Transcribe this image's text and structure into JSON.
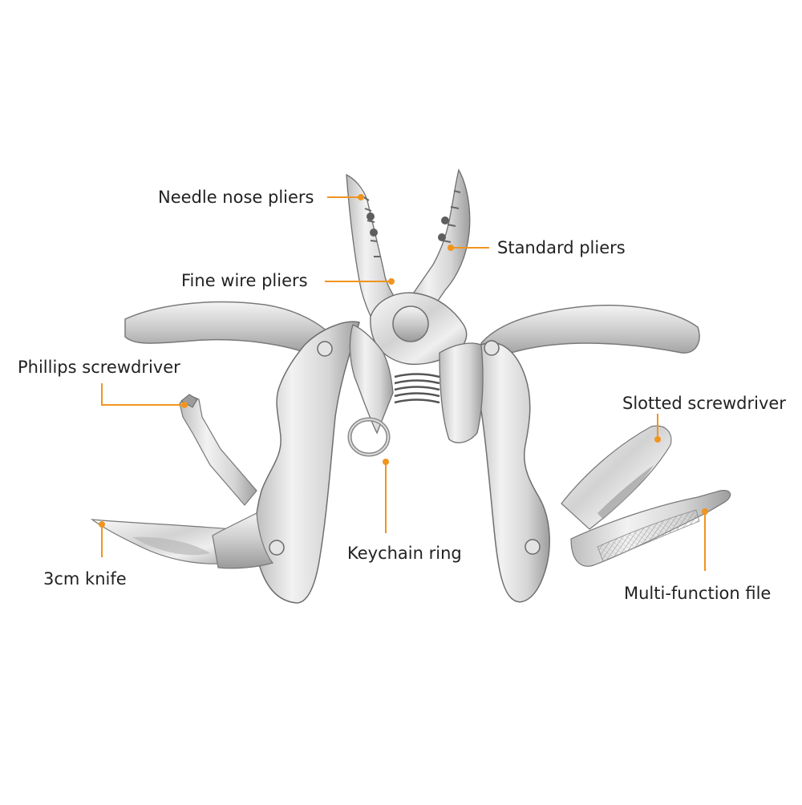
{
  "labels": {
    "needle_nose_pliers": "Needle nose pliers",
    "standard_pliers": "Standard pliers",
    "fine_wire_pliers": "Fine wire pliers",
    "phillips_screwdriver": "Phillips screwdriver",
    "slotted_screwdriver": "Slotted screwdriver",
    "keychain_ring": "Keychain ring",
    "knife": "3cm knife",
    "multi_function_file": "Multi-function file"
  },
  "colors": {
    "callout": "#f0941f",
    "text": "#222222",
    "steel_light": "#eeeeee",
    "steel_mid": "#cfcfcf",
    "steel_dark": "#8a8a8a",
    "outline": "#6e6e6e"
  }
}
